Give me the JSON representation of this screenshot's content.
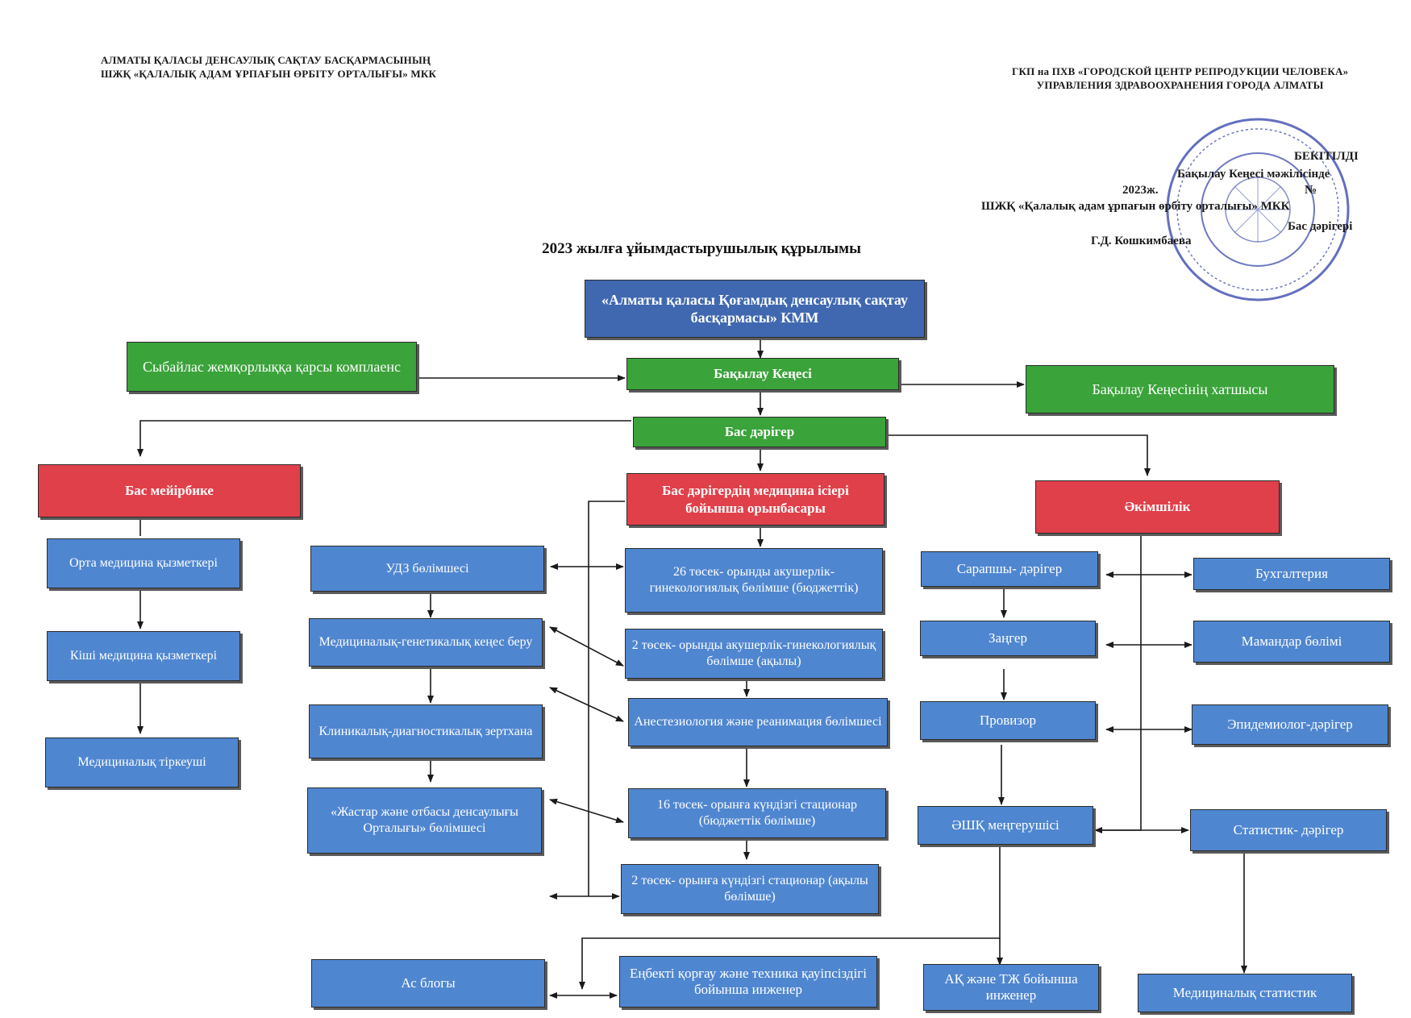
{
  "header_left": {
    "line1": "АЛМАТЫ ҚАЛАСЫ ДЕНСАУЛЫҚ САҚТАУ БАСҚАРМАСЫНЫҢ",
    "line2": "ШЖҚ «ҚАЛАЛЫҚ АДАМ ҰРПАҒЫН ӨРБІТУ ОРТАЛЫҒЫ» МКК"
  },
  "header_right": {
    "line1": "ГКП на ПХВ «ГОРОДСКОЙ ЦЕНТР РЕПРОДУКЦИИ ЧЕЛОВЕКА»",
    "line2": "УПРАВЛЕНИЯ ЗДРАВООХРАНЕНИЯ ГОРОДА АЛМАТЫ"
  },
  "approval": {
    "approved": "БЕКІТІЛДІ",
    "council_meeting": "Бақылау Кеңесі мәжілісінде",
    "date": "2023ж.",
    "number": "№",
    "org": "ШЖҚ «Қалалық адам ұрпағын өрбіту орталығы» МКК",
    "position": "Бас дәрігері",
    "name": "Г.Д. Кошкимбаева"
  },
  "title": "2023 жылға ұйымдастырушылық құрылымы",
  "boxes": {
    "top_authority": "«Алматы қаласы Қоғамдық денсаулық сақтау басқармасы» КММ",
    "anticorruption": "Сыбайлас жемқорлыққа қарсы комплаенс",
    "supervisory_board": "Бақылау Кеңесі",
    "board_secretary": "Бақылау Кеңесінің хатшысы",
    "chief_doctor": "Бас дәрігер",
    "head_nurse": "Бас мейірбике",
    "deputy_medical": "Бас дәрігердің медицина ісіері бойынша орынбасары",
    "administration": "Әкімшілік",
    "mid_med_staff": "Орта медицина қызметкері",
    "junior_med_staff": "Кіші медицина қызметкері",
    "med_registrar": "Медициналық тіркеуші",
    "ultrasound": "УДЗ бөлімшесі",
    "genetic_counseling": "Медициналық-генетикалық кеңес беру",
    "clinical_lab": "Клиникалық-диагностикалық зертхана",
    "youth_family_center": "«Жастар және отбасы денсаулығы Орталығы» бөлімшесі",
    "obgyn_26": "26 төсек- орынды акушерлік-гинекологиялық бөлімше (бюджеттік)",
    "obgyn_2": "2 төсек- орынды акушерлік-гинекологиялық бөлімше (ақылы)",
    "anesthesiology": "Анестезиология және реанимация бөлімшесі",
    "day_hospital_16": "16 төсек- орынға күндізгі стационар (бюджеттік бөлімше)",
    "day_hospital_2": "2 төсек- орынға күндізгі стационар (ақылы бөлімше)",
    "expert_doctor": "Сарапшы- дәрігер",
    "lawyer": "Заңгер",
    "pharmacist": "Провизор",
    "admin_head": "ӘШҚ меңгерушісі",
    "accounting": "Бухгалтерия",
    "hr": "Мамандар бөлімі",
    "epidemiologist": "Эпидемиолог-дәрігер",
    "statistician_doctor": "Статистик- дәрігер",
    "catering": "Ас блогы",
    "labor_safety": "Еңбекті қорғау және техника қауіпсіздігі бойынша инженер",
    "civil_defense": "АҚ және ТЖ бойынша инженер",
    "med_statistician": "Медициналық статистик"
  },
  "colors": {
    "blue": "#4f86d0",
    "blue_dark": "#4068b0",
    "green": "#3aa33a",
    "red": "#e0404a",
    "stamp": "#2f3fa8"
  },
  "icons": {
    "stamp": "round-seal-icon"
  }
}
